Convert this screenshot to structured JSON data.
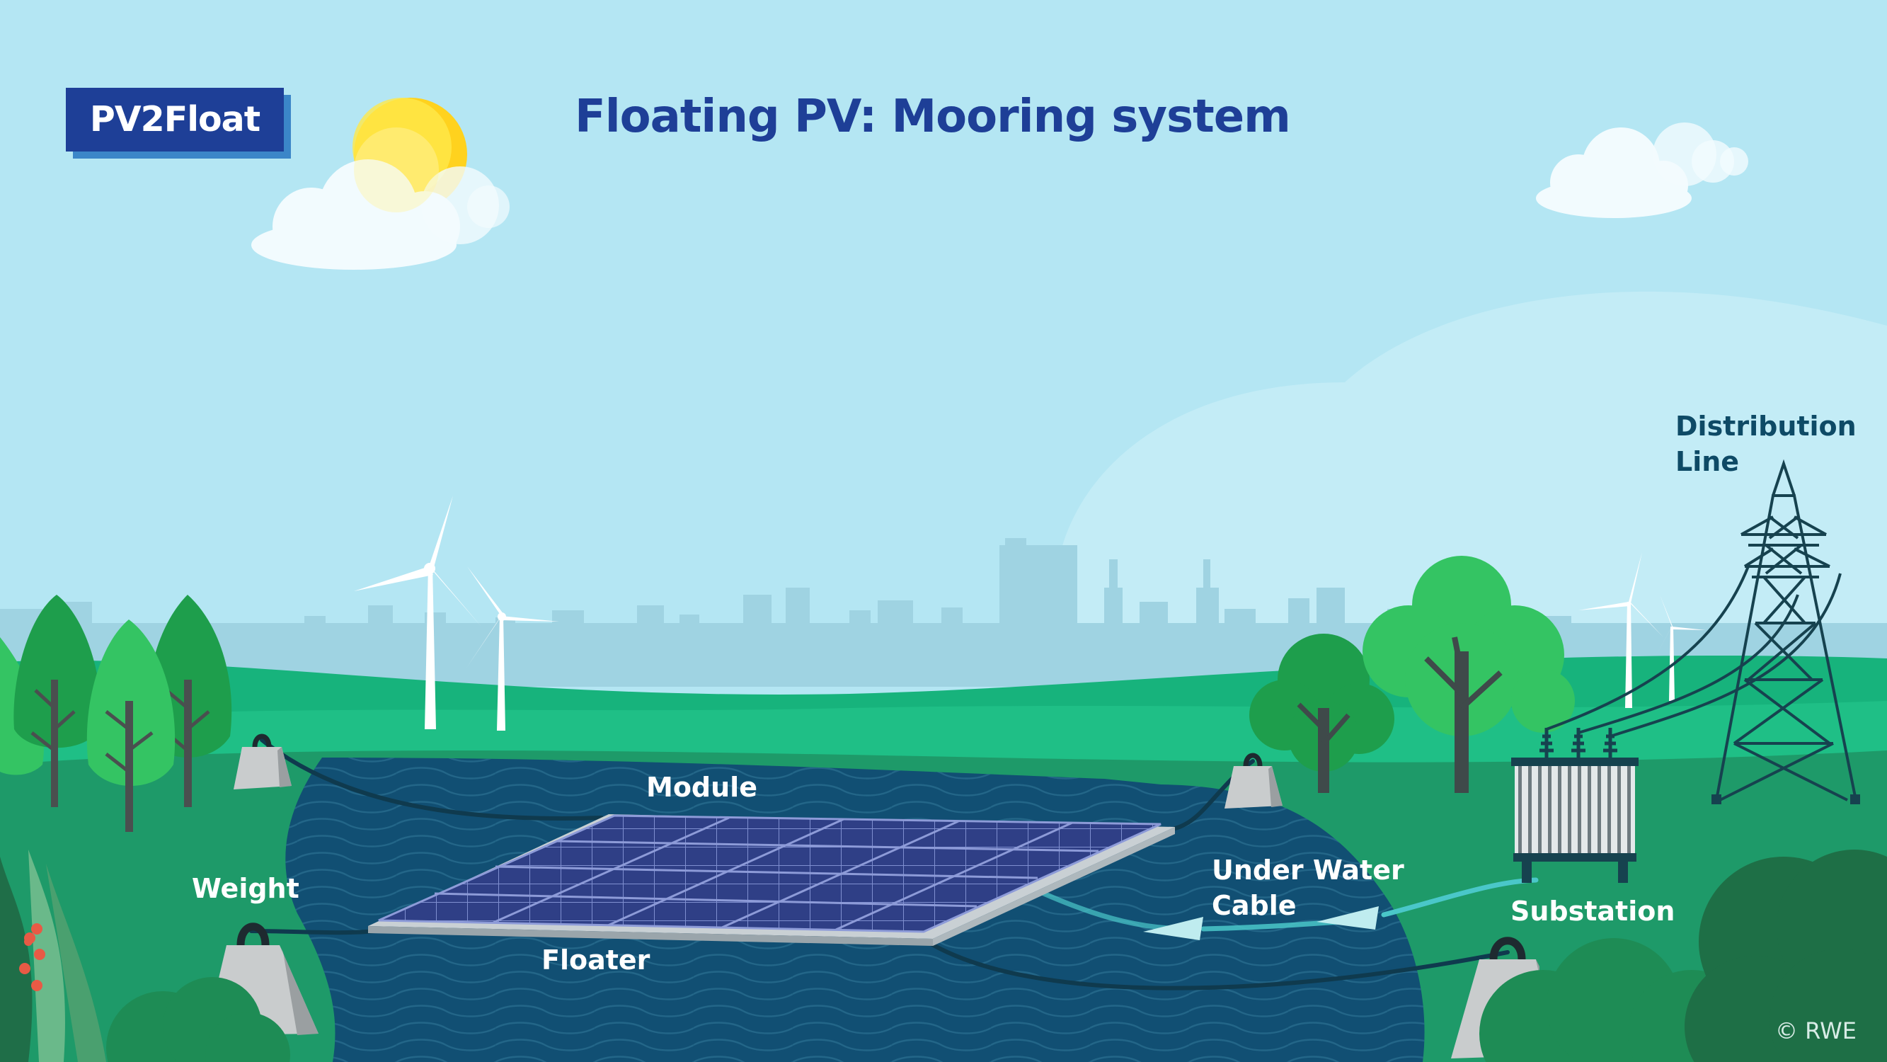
{
  "brand": {
    "logo_text": "PV2Float"
  },
  "title": "Floating PV: Mooring system",
  "labels": {
    "module": "Module",
    "floater": "Floater",
    "weight": "Weight",
    "under_water_cable_line1": "Under Water",
    "under_water_cable_line2": "Cable",
    "substation": "Substation",
    "distribution_line1": "Distribution",
    "distribution_line2": "Line"
  },
  "copyright": "© RWE",
  "colors": {
    "sky": "#b4e6f3",
    "title_blue": "#1e3f97",
    "water": "#114f73",
    "grass": "#1f9d6a",
    "panel": "#2c3a7a",
    "cable": "#0f3a4e",
    "tower": "#16424f",
    "sun": "#ffd21e"
  },
  "icons": [
    "sun-icon",
    "cloud-icon",
    "wind-turbine-icon",
    "tree-icon",
    "concrete-weight-icon",
    "solar-panel-array-icon",
    "transformer-icon",
    "transmission-tower-icon"
  ]
}
